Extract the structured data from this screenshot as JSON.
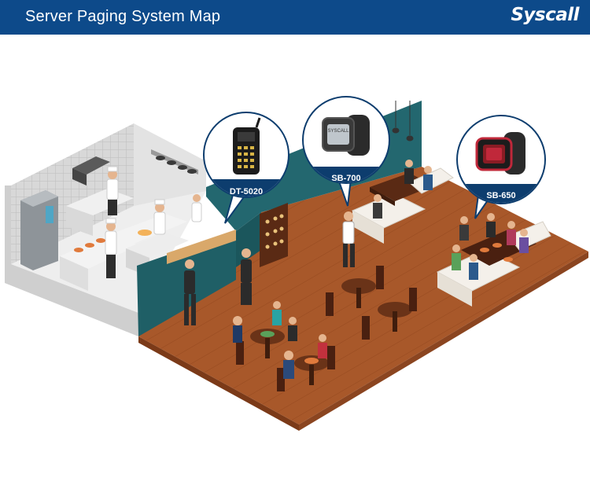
{
  "header": {
    "title": "Server Paging System Map",
    "logo_text": "Syscall",
    "background_color": "#0d4a8a"
  },
  "devices": [
    {
      "id": "dt-5020",
      "label": "DT-5020",
      "kind": "transmitter-keypad"
    },
    {
      "id": "sb-700",
      "label": "SB-700",
      "kind": "wrist-pager-black",
      "screen_text": "SYSCALL"
    },
    {
      "id": "sb-650",
      "label": "SB-650",
      "kind": "wrist-pager-red"
    }
  ],
  "colors": {
    "floor": "#a8582a",
    "floor_edge": "#7b3a18",
    "teal_wall": "#1f5f66",
    "bubble_fill": "#ffffff",
    "bubble_stroke": "#0d3d6e",
    "label_band": "#0d3d6e"
  },
  "scene": {
    "areas": [
      "kitchen",
      "dining-room"
    ]
  }
}
